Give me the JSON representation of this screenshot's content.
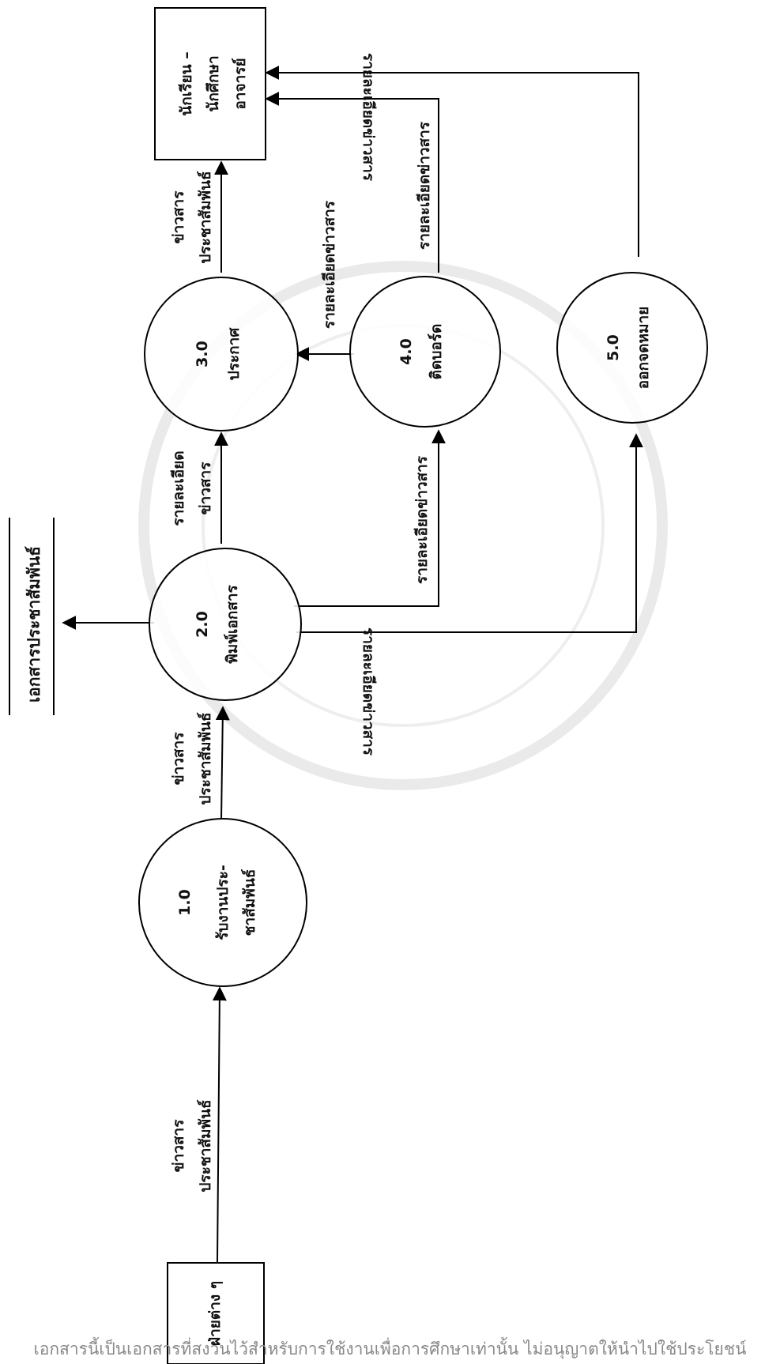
{
  "title": "เอกสารประชาสัมพันธ์",
  "processes": [
    {
      "id": "1.0",
      "lines": [
        "รับงานประ-",
        "ชาสัมพันธ์"
      ]
    },
    {
      "id": "2.0",
      "lines": [
        "พิมพ์เอกสาร"
      ]
    },
    {
      "id": "3.0",
      "lines": [
        "ประกาศ"
      ]
    },
    {
      "id": "4.0",
      "lines": [
        "ติดบอร์ด"
      ]
    },
    {
      "id": "5.0",
      "lines": [
        "ออกจดหมาย"
      ]
    }
  ],
  "entities": {
    "source": "ฝ่ายต่าง ๆ",
    "sink": [
      "นักเรียน –",
      "นักศึกษา",
      "อาจารย์"
    ]
  },
  "flows": {
    "in_1": [
      "ข่าวสาร",
      "ประชาสัมพันธ์"
    ],
    "f_1_2": [
      "ข่าวสาร",
      "ประชาสัมพันธ์"
    ],
    "f_2_3": [
      "รายละเอียด",
      "ข่าวสาร"
    ],
    "f_2_4": "รายละเอียดข่าวสาร",
    "f_2_5": "รายละเอียดข่าวสาร",
    "f_3_sink": [
      "ข่าวสาร",
      "ประชาสัมพันธ์"
    ],
    "f_4_3": "รายละเอียดข่าวสาร",
    "f_4_sink": "รายละเอียดข่าวสาร",
    "f_5_sink": "รายละเอียดข่าวสาร"
  },
  "footer": "เอกสารนี้เป็นเอกสารที่สงวนไว้สำหรับการใช้งานเพื่อการศึกษาเท่านั้น ไม่อนุญาตให้นำไปใช้ประโยชน์"
}
